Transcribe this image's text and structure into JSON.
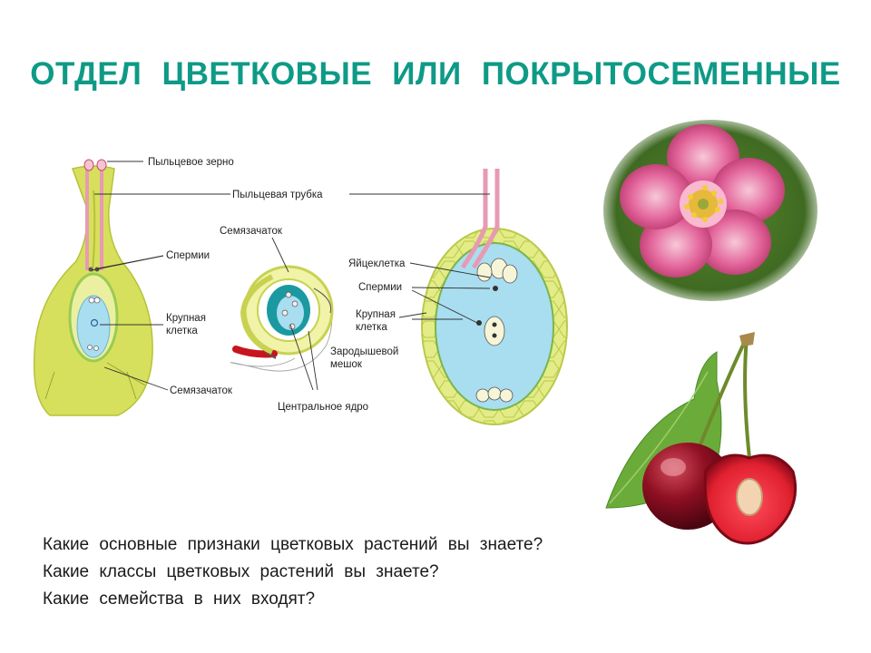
{
  "title": "ОТДЕЛ  ЦВЕТКОВЫЕ ИЛИ  ПОКРЫТОСЕМЕННЫЕ",
  "colors": {
    "title": "#0e9a86",
    "pistil": "#d7e05c",
    "sac": "#a9ddf0",
    "teal": "#1a9aa0",
    "wall": "#d8e86a",
    "pollen_tube": "#c9506b"
  },
  "labels": {
    "pollen_grain": "Пыльцевое зерно",
    "pollen_tube": "Пыльцевая трубка",
    "ovule_top": "Семязачаток",
    "sperm_left": "Спермии",
    "large_cell_1": "Крупная",
    "large_cell_2": "клетка",
    "ovule_bottom": "Семязачаток",
    "egg_cell": "Яйцеклетка",
    "sperm_right": "Спермии",
    "large_cell_r1": "Крупная",
    "large_cell_r2": "клетка",
    "embryo_sac_1": "Зародышевой",
    "embryo_sac_2": "мешок",
    "central_nucleus": "Центральное ядро"
  },
  "photos": {
    "flower": "pink-wild-rose-photo",
    "cherry": "cherry-fruit-photo"
  },
  "questions": [
    "Какие  основные  признаки  цветковых  растений  вы  знаете?",
    "Какие  классы  цветковых  растений вы  знаете?",
    "Какие  семейства  в  них  входят?"
  ]
}
